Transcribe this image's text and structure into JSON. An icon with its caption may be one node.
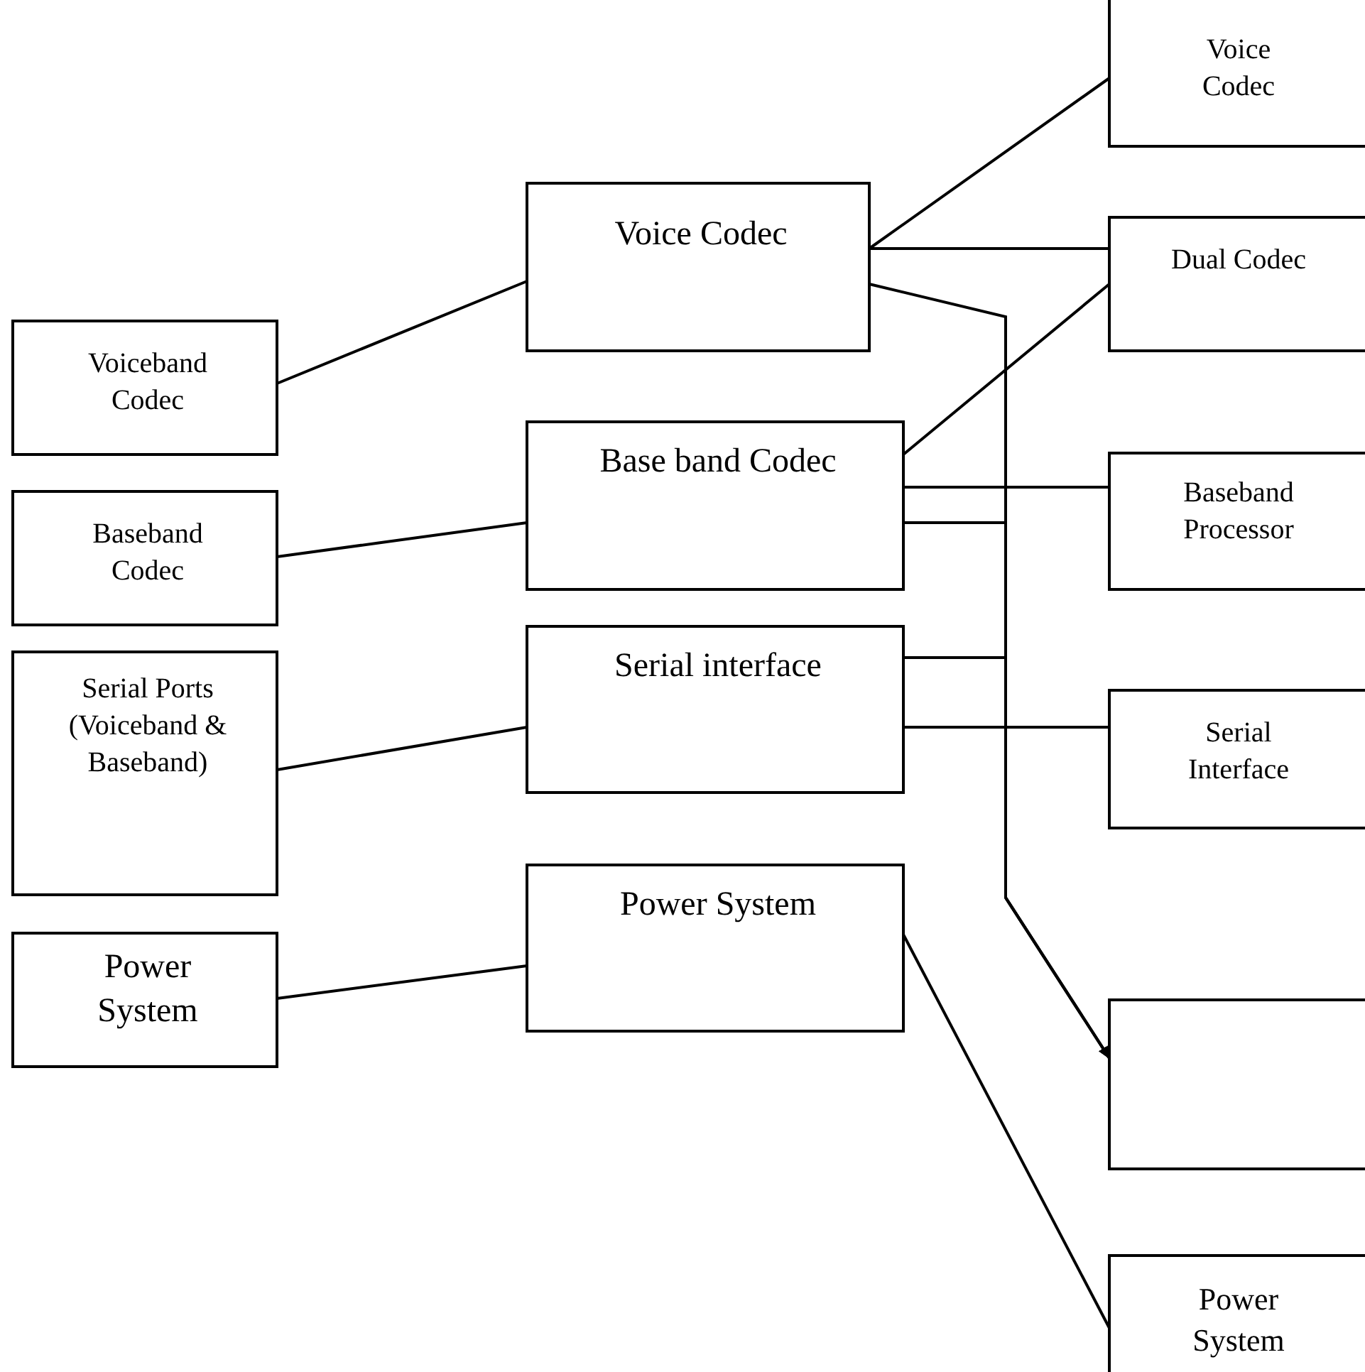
{
  "diagram": {
    "nodes": [
      {
        "text": [
          "Voiceband Codec"
        ]
      },
      {
        "text": [
          "Baseband Codec"
        ]
      },
      {
        "text": [
          "Serial Ports (Voiceband & Baseband)"
        ]
      },
      {
        "text": [
          "Power System"
        ]
      },
      {
        "text": [
          "Voice Codec"
        ]
      },
      {
        "text": [
          "Base band Codec"
        ]
      },
      {
        "text": [
          "Serial interface"
        ]
      },
      {
        "text": [
          "Power System"
        ]
      },
      {
        "text": [
          "Voice Codec"
        ]
      },
      {
        "text": [
          "Dual Codec"
        ]
      },
      {
        "text": [
          "Baseband Processor"
        ]
      },
      {
        "text": [
          "Serial Interface"
        ]
      },
      {
        "text": [],
        "shape": "box"
      },
      {
        "text": [
          "Power System"
        ]
      }
    ],
    "edges": [
      {
        "from": 0,
        "to": 4,
        "arrow": "none"
      },
      {
        "from": 1,
        "to": 5,
        "arrow": "none"
      },
      {
        "from": 2,
        "to": 6,
        "arrow": "none"
      },
      {
        "from": 3,
        "to": 7,
        "arrow": "none"
      },
      {
        "from": 4,
        "to": 8,
        "arrow": "none"
      },
      {
        "from": 4,
        "to": 9,
        "arrow": "none"
      },
      {
        "from": 5,
        "to": 9,
        "arrow": "none"
      },
      {
        "from": 5,
        "to": 10,
        "arrow": "none"
      },
      {
        "from": 4,
        "to": 12,
        "arrow": "to"
      },
      {
        "from": 5,
        "to": 12,
        "arrow": "to"
      },
      {
        "from": 6,
        "to": 12,
        "arrow": "to"
      },
      {
        "from": 6,
        "to": 11,
        "arrow": "none"
      },
      {
        "from": 7,
        "to": 13,
        "arrow": "none"
      }
    ]
  }
}
